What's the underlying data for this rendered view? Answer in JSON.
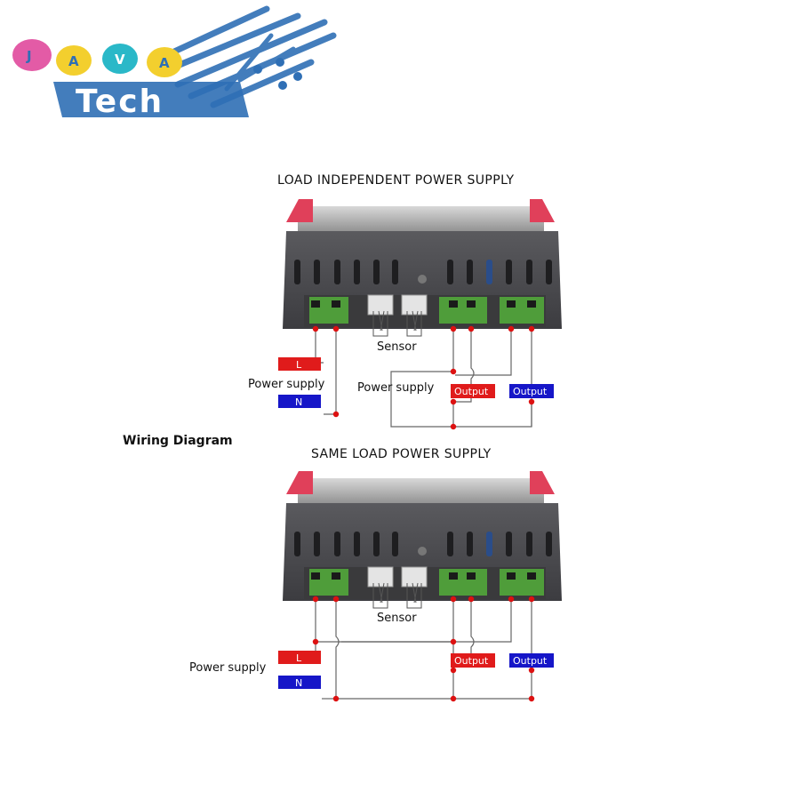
{
  "logo": {
    "letters": [
      "J",
      "A",
      "V",
      "A"
    ],
    "word": "Tech",
    "bubble_colors": [
      "#e35ba6",
      "#f3cf2e",
      "#2ab8c8",
      "#f3cf2e"
    ],
    "accent": "#2f6fb5"
  },
  "heading": "Wiring Diagram",
  "diagrams": [
    {
      "title": "LOAD INDEPENDENT POWER SUPPLY",
      "sensor_label": "Sensor",
      "power_label": "Power supply",
      "load_power_label": "Power supply",
      "line_tag": "L",
      "neutral_tag": "N",
      "output_red": "Output",
      "output_blue": "Output"
    },
    {
      "title": "SAME LOAD POWER SUPPLY",
      "sensor_label": "Sensor",
      "power_label": "Power supply",
      "line_tag": "L",
      "neutral_tag": "N",
      "output_red": "Output",
      "output_blue": "Output"
    }
  ],
  "colors": {
    "red": "#e01b1b",
    "blue": "#1616c8",
    "housing": "#4a4a4e",
    "terminal": "#4f9d3a",
    "latch": "#e0405a",
    "wire": "#666666",
    "dot": "#dd1111"
  }
}
